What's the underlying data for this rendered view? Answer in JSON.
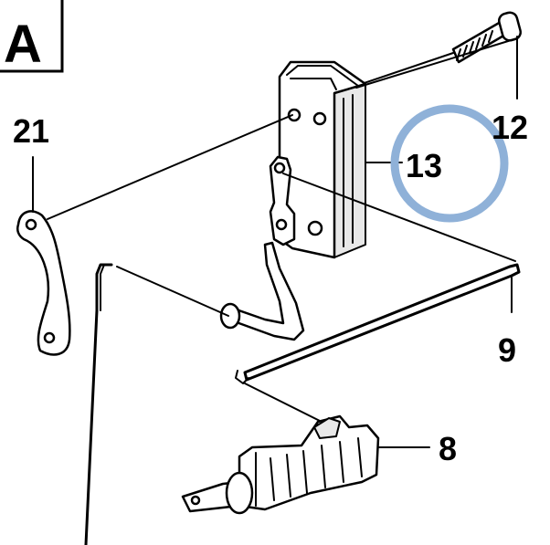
{
  "section_label": "A",
  "callouts": {
    "c21": "21",
    "c12": "12",
    "c13": "13",
    "c9": "9",
    "c8": "8"
  },
  "highlight_color": "#8fb1d8"
}
